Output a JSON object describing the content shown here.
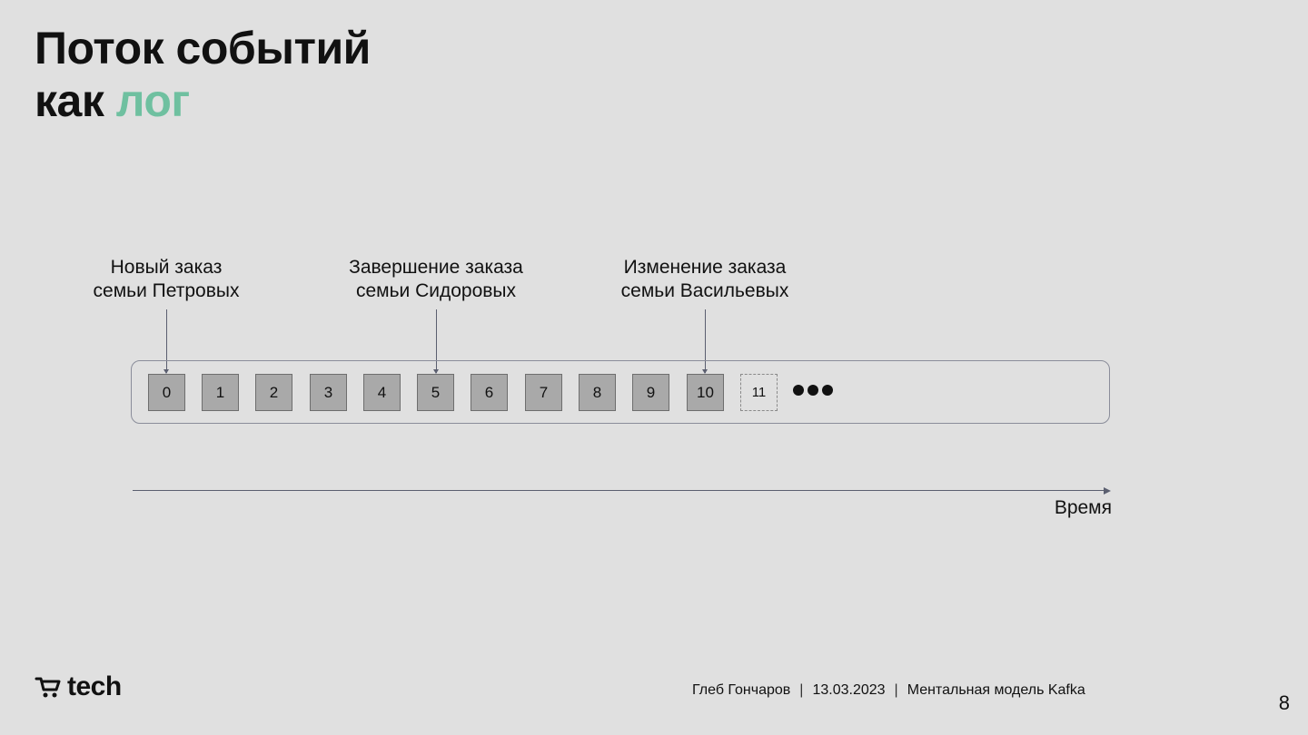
{
  "title": {
    "line1": "Поток событий",
    "line2_prefix": "как",
    "line2_accent": "лог"
  },
  "annotations": [
    {
      "line1": "Новый заказ",
      "line2": "семьи Петровых",
      "target": "0"
    },
    {
      "line1": "Завершение заказа",
      "line2": "семьи Сидоровых",
      "target": "5"
    },
    {
      "line1": "Изменение заказа",
      "line2": "семьи Васильевых",
      "target": "10"
    }
  ],
  "log_offsets": [
    "0",
    "1",
    "2",
    "3",
    "4",
    "5",
    "6",
    "7",
    "8",
    "9",
    "10"
  ],
  "next_offset": "11",
  "continuation_icon": "ellipsis-icon",
  "time_axis_label": "Время",
  "logo": {
    "text": "tech",
    "icon": "cart-icon"
  },
  "footer": {
    "author": "Гл​еб Гончаров",
    "date": "13.03.2023",
    "topic": "Ментальная модель Kafka",
    "separator": "|"
  },
  "page_number": "8",
  "colors": {
    "background": "#e0e0e0",
    "accent": "#6fc0a0",
    "cell_fill": "#a9a9a9",
    "line": "#5b5f70"
  }
}
